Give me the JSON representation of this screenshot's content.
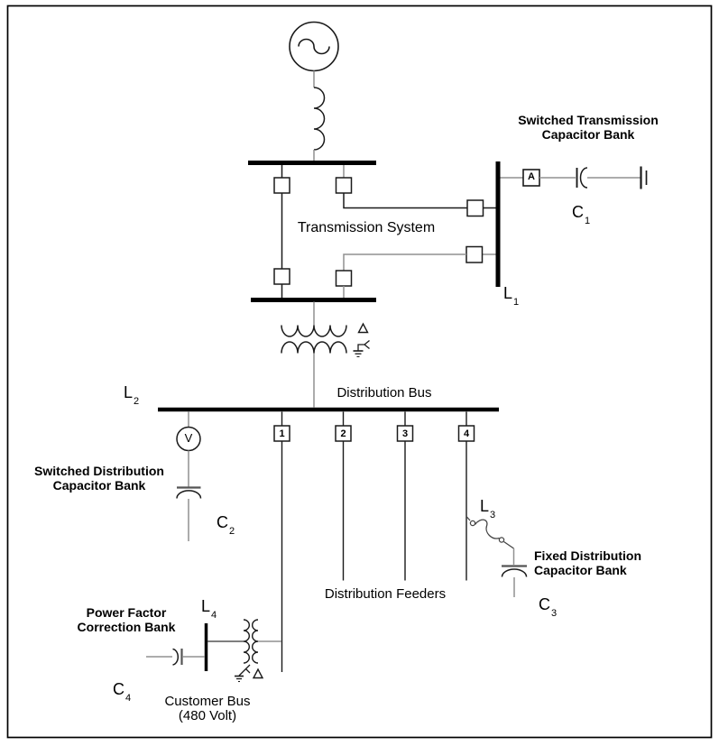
{
  "transmission": {
    "system_label": "Transmission System",
    "switched_cap_title": [
      "Switched Transmission",
      "Capacitor Bank"
    ],
    "breaker_a_label": "A",
    "c1_base": "C",
    "c1_sub": "1",
    "l1_base": "L",
    "l1_sub": "1"
  },
  "distribution": {
    "bus_label": "Distribution Bus",
    "l2_base": "L",
    "l2_sub": "2",
    "voltmeter_label": "V",
    "switched_cap_title": [
      "Switched Distribution",
      "Capacitor Bank"
    ],
    "c2_base": "C",
    "c2_sub": "2",
    "feeder_breakers": [
      "1",
      "2",
      "3",
      "4"
    ],
    "feeders_label": "Distribution Feeders",
    "l3_base": "L",
    "l3_sub": "3",
    "fixed_cap_title": [
      "Fixed Distribution",
      "Capacitor Bank"
    ],
    "c3_base": "C",
    "c3_sub": "3"
  },
  "customer": {
    "pf_title": [
      "Power Factor",
      "Correction Bank"
    ],
    "c4_base": "C",
    "c4_sub": "4",
    "l4_base": "L",
    "l4_sub": "4",
    "bus_label": "Customer Bus",
    "bus_voltage": "(480 Volt)"
  },
  "colors": {
    "bus": "#000000",
    "symbol": "#1a1a1a",
    "connector": "#909090",
    "capacitor_plate": "#555555"
  }
}
